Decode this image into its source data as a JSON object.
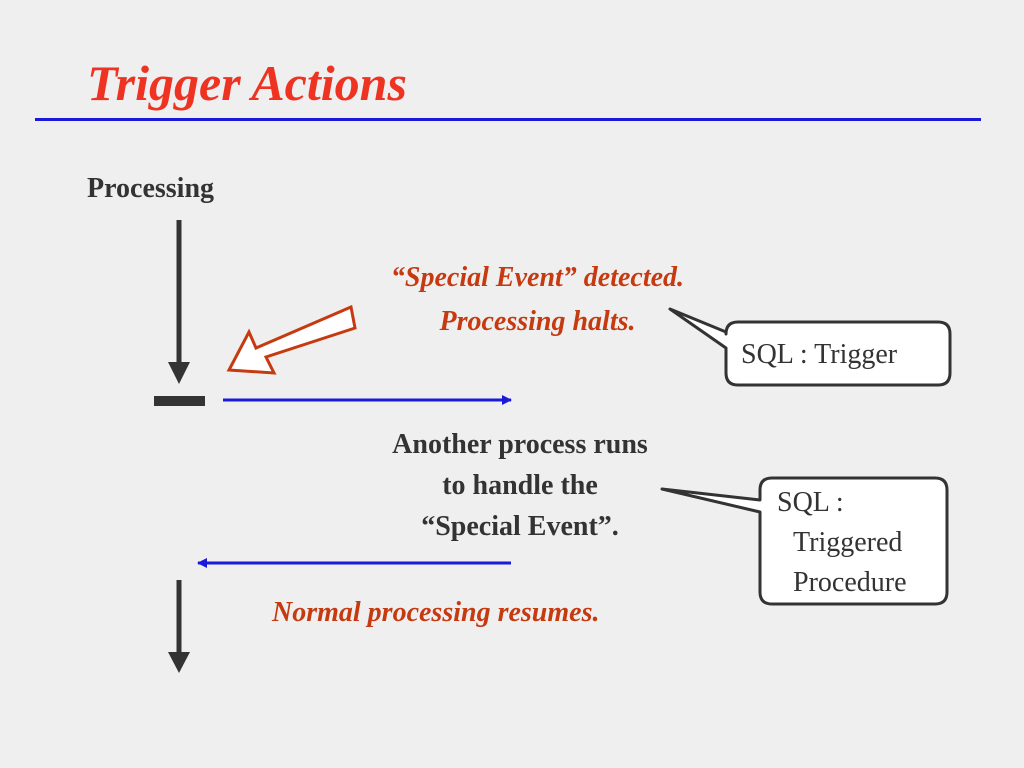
{
  "slide": {
    "title": "Trigger Actions",
    "processing_label": "Processing",
    "event_text": {
      "line1": "“Special Event” detected.",
      "line2": "Processing halts."
    },
    "another_process_text": {
      "line1": "Another process runs",
      "line2": "to handle the",
      "line3": "“Special Event”."
    },
    "resumes_text": "Normal processing resumes.",
    "callout_trigger": "SQL : Trigger",
    "callout_procedure": {
      "line1": "SQL :",
      "line2": "Triggered",
      "line3": "Procedure"
    }
  },
  "colors": {
    "title": "#ee3322",
    "rule": "#1a1ad8",
    "italic_accent": "#c63a10",
    "body_text": "#333333",
    "flow_arrow": "#1a1ad8",
    "process_arrow": "#333333"
  }
}
